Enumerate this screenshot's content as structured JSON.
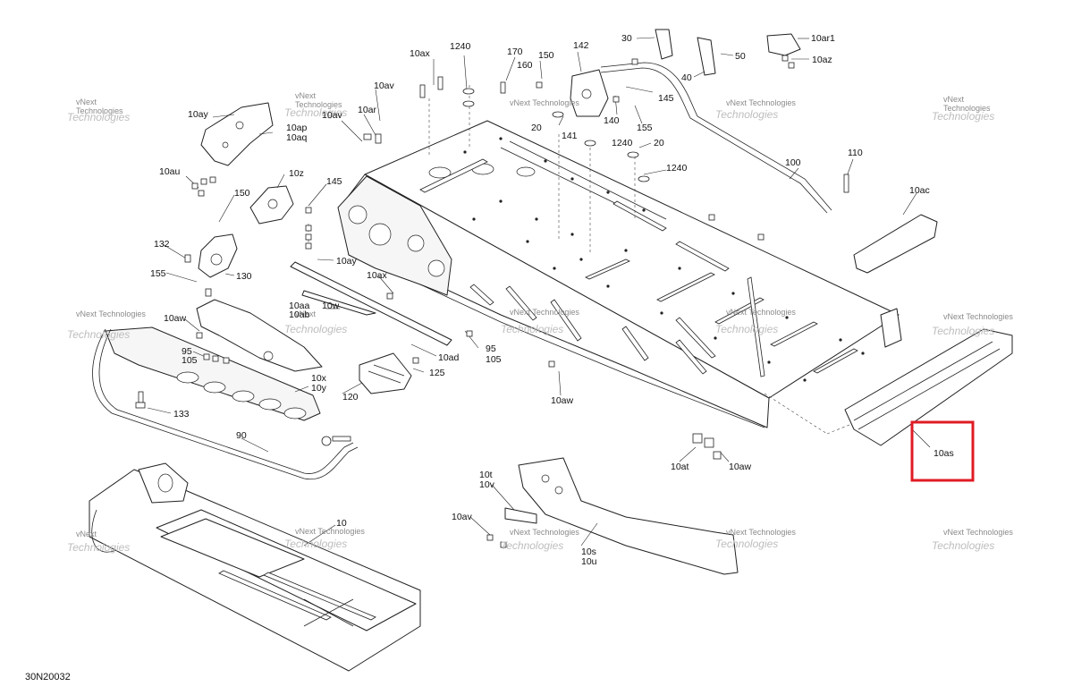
{
  "diagram": {
    "drawing_code": "30N20032",
    "watermark_line1": "vNext",
    "watermark_line2": "Technologies",
    "watermark_full": "vNext Technologies",
    "highlight_color": "#e01b24",
    "highlighted_label": "10as"
  },
  "labels": {
    "l_10ax_top": "10ax",
    "l_1240_top": "1240",
    "l_170": "170",
    "l_160": "160",
    "l_150_top": "150",
    "l_142": "142",
    "l_30": "30",
    "l_50": "50",
    "l_40": "40",
    "l_10ar1": "10ar1",
    "l_10az": "10az",
    "l_10av_a": "10av",
    "l_10av_b": "10av",
    "l_10ar": "10ar",
    "l_145_top": "145",
    "l_140": "140",
    "l_155_top": "155",
    "l_20_a": "20",
    "l_141": "141",
    "l_1240_mid": "1240",
    "l_20_b": "20",
    "l_1240_low": "1240",
    "l_110": "110",
    "l_100": "100",
    "l_10ay_top": "10ay",
    "l_10ap": "10ap",
    "l_10aq": "10aq",
    "l_10au": "10au",
    "l_10z": "10z",
    "l_145_mid": "145",
    "l_150_mid": "150",
    "l_10ac": "10ac",
    "l_132": "132",
    "l_155_mid": "155",
    "l_130": "130",
    "l_10ay_mid": "10ay",
    "l_10ax_mid": "10ax",
    "l_10aa": "10aa",
    "l_10ab": "10ab",
    "l_10w": "10w",
    "l_10aw_left": "10aw",
    "l_95_a": "95",
    "l_105_a": "105",
    "l_95_b": "95",
    "l_105_b": "105",
    "l_10ad": "10ad",
    "l_125": "125",
    "l_10x": "10x",
    "l_10y": "10y",
    "l_120": "120",
    "l_133": "133",
    "l_10aw_mid": "10aw",
    "l_90": "90",
    "l_10at": "10at",
    "l_10aw_right": "10aw",
    "l_10as": "10as",
    "l_10t": "10t",
    "l_10v": "10v",
    "l_10av_low": "10av",
    "l_10": "10",
    "l_10s": "10s",
    "l_10u": "10u"
  }
}
